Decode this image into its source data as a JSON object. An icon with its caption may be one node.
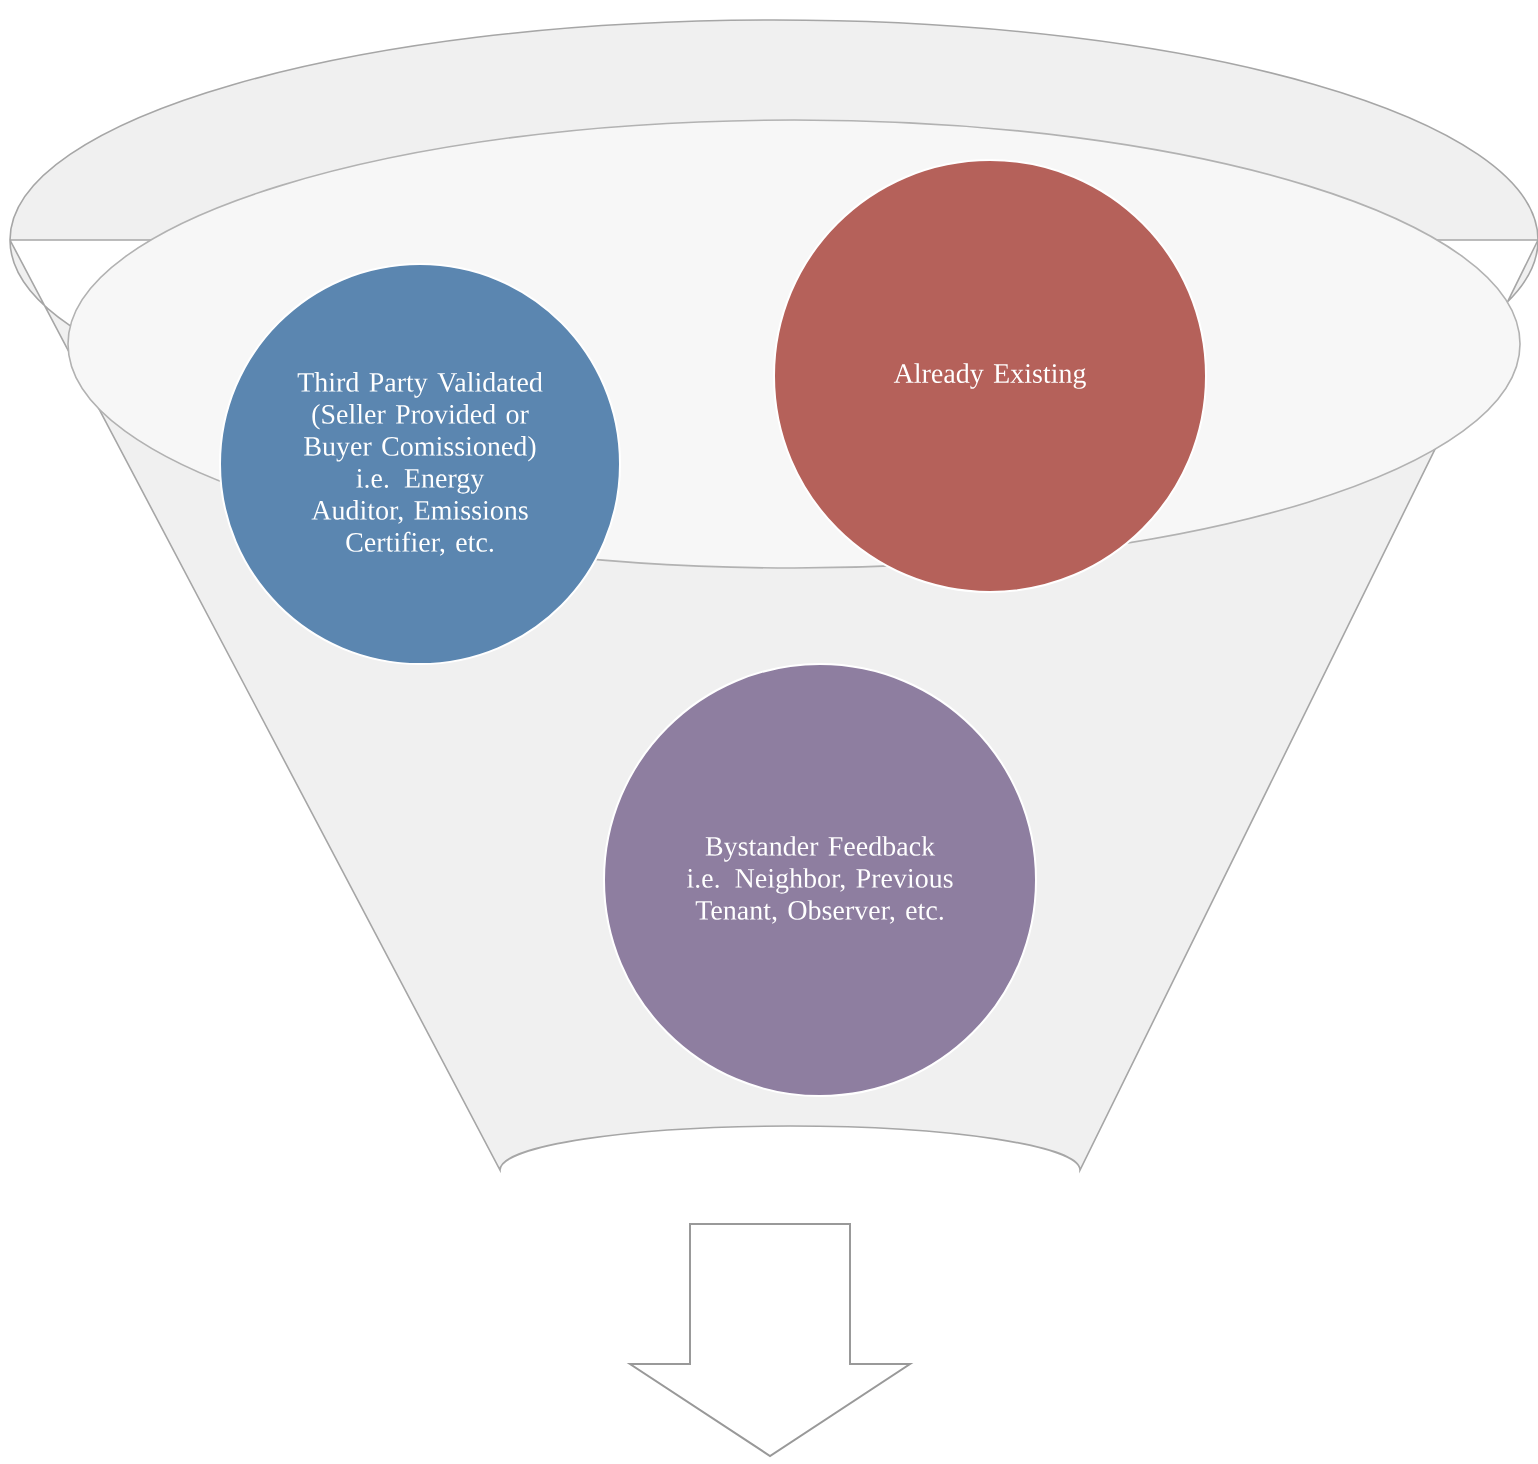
{
  "diagram": {
    "nodes": [
      {
        "text": [
          "Third Party Validated (Seller Provided or Buyer Comissioned) i.e. Energy Auditor, Emissions Certifier, etc."
        ]
      },
      {
        "text": [
          "Already Existing"
        ]
      },
      {
        "text": [
          "Bystander Feedback i.e. Neighbor, Previous Tenant, Observer, etc."
        ]
      }
    ]
  }
}
